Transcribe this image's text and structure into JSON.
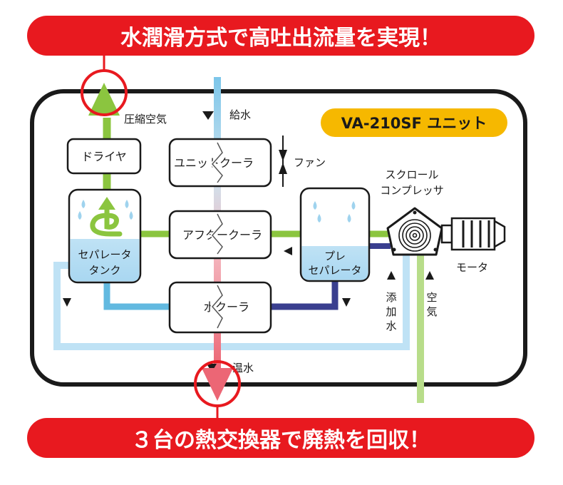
{
  "banner_top": "水潤滑方式で高吐出流量を実現！",
  "banner_bottom": "３台の熱交換器で廃熱を回収！",
  "unit_badge": "VA-210SF ユニット",
  "components": {
    "dryer": "ドライヤ",
    "unit_cooler": "ユニットクーラ",
    "fan": "ファン",
    "separator_tank_line1": "セパレータ",
    "separator_tank_line2": "タンク",
    "after_cooler": "アフタークーラ",
    "pre_separator_line1": "プレ",
    "pre_separator_line2": "セパレータ",
    "water_cooler": "水クーラ",
    "scroll_compressor_line1": "スクロール",
    "scroll_compressor_line2": "コンプレッサ",
    "motor": "モータ"
  },
  "flow_labels": {
    "compressed_air": "圧縮空気",
    "water_supply": "給水",
    "hot_water": "温水",
    "added_water_1": "添",
    "added_water_2": "加",
    "added_water_3": "水",
    "air_1": "空",
    "air_2": "気"
  },
  "colors": {
    "banner_red": "#e8191f",
    "badge_yellow": "#f6b800",
    "air_green": "#8bc53f",
    "water_blue": "#62b9e0",
    "light_blue": "#bfe2f5",
    "navy": "#3a3f8f",
    "hot_red": "#e85060"
  }
}
